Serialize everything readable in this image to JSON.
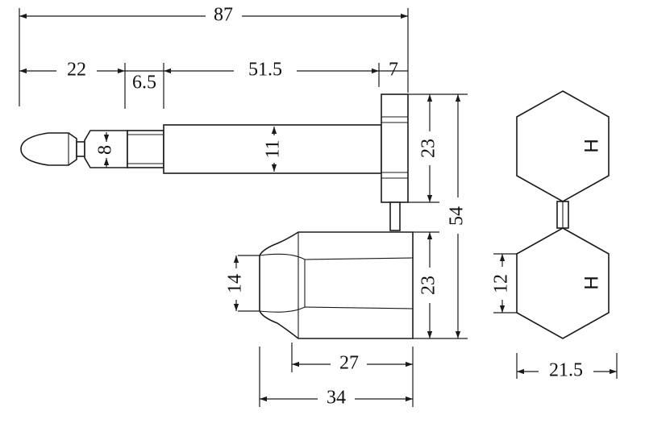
{
  "dimensions": {
    "total_length": "87",
    "tip_length": "22",
    "collar_length": "6.5",
    "shaft_length": "51.5",
    "head_width": "7",
    "tip_diameter": "8",
    "shaft_diameter": "11",
    "head_height": "23",
    "overall_height": "54",
    "body_height": "23",
    "body_opening": "14",
    "body_inner_length": "27",
    "body_length": "34",
    "hex_flat": "12",
    "hex_width": "21.5"
  },
  "marks": {
    "top_hex_letter": "H",
    "bottom_hex_letter": "H"
  }
}
